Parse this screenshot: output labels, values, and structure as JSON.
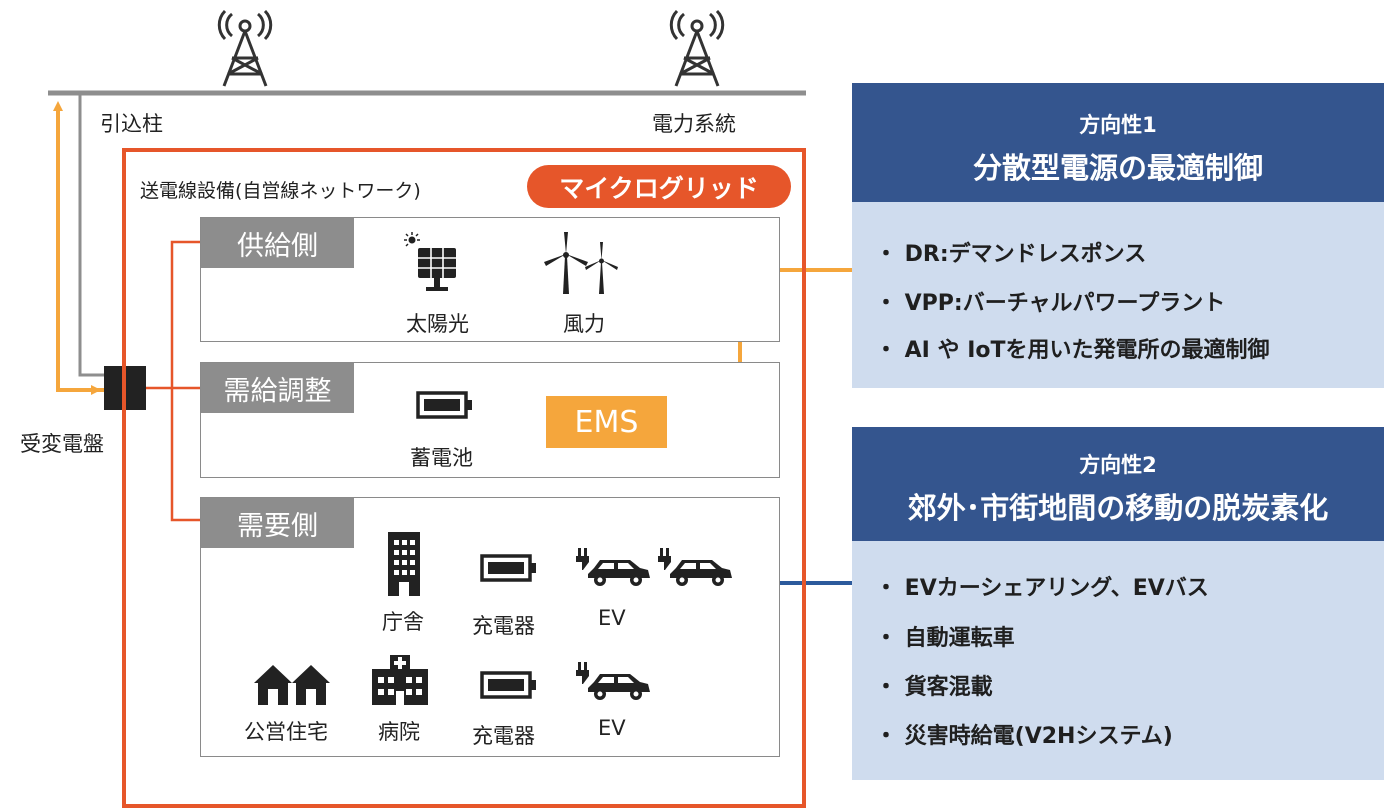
{
  "grid": {
    "drop_pole_label": "引込柱",
    "power_grid_label": "電力系統",
    "switchboard_label": "受変電盤"
  },
  "microgrid": {
    "network_label": "送電線設備(自営線ネットワーク)",
    "badge": "マイクログリッド",
    "supply": {
      "title": "供給側",
      "items": [
        "太陽光",
        "風力"
      ]
    },
    "balance": {
      "title": "需給調整",
      "items": [
        "蓄電池"
      ],
      "ems": "EMS"
    },
    "demand": {
      "title": "需要側",
      "row1": [
        "庁舎",
        "充電器",
        "EV"
      ],
      "row2": [
        "公営住宅",
        "病院",
        "充電器",
        "EV"
      ]
    }
  },
  "direction1": {
    "number": "方向性1",
    "title": "分散型電源の最適制御",
    "bullets": [
      "・ DR:デマンドレスポンス",
      "・ VPP:バーチャルパワープラント",
      "・ AI や IoTを用いた発電所の最適制御"
    ]
  },
  "direction2": {
    "number": "方向性2",
    "title": "郊外･市街地間の移動の脱炭素化",
    "bullets": [
      "・ EVカーシェアリング、EVバス",
      "・ 自動運転車",
      "・ 貨客混載",
      "・ 災害時給電(V2Hシステム)"
    ]
  },
  "colors": {
    "microgrid_orange": "#e6562a",
    "ems_amber": "#f5a63c",
    "panel_navy": "#34558e",
    "panel_light": "#cfdcee",
    "section_gray": "#8d8d8d",
    "link_blue": "#2c5a9c"
  }
}
